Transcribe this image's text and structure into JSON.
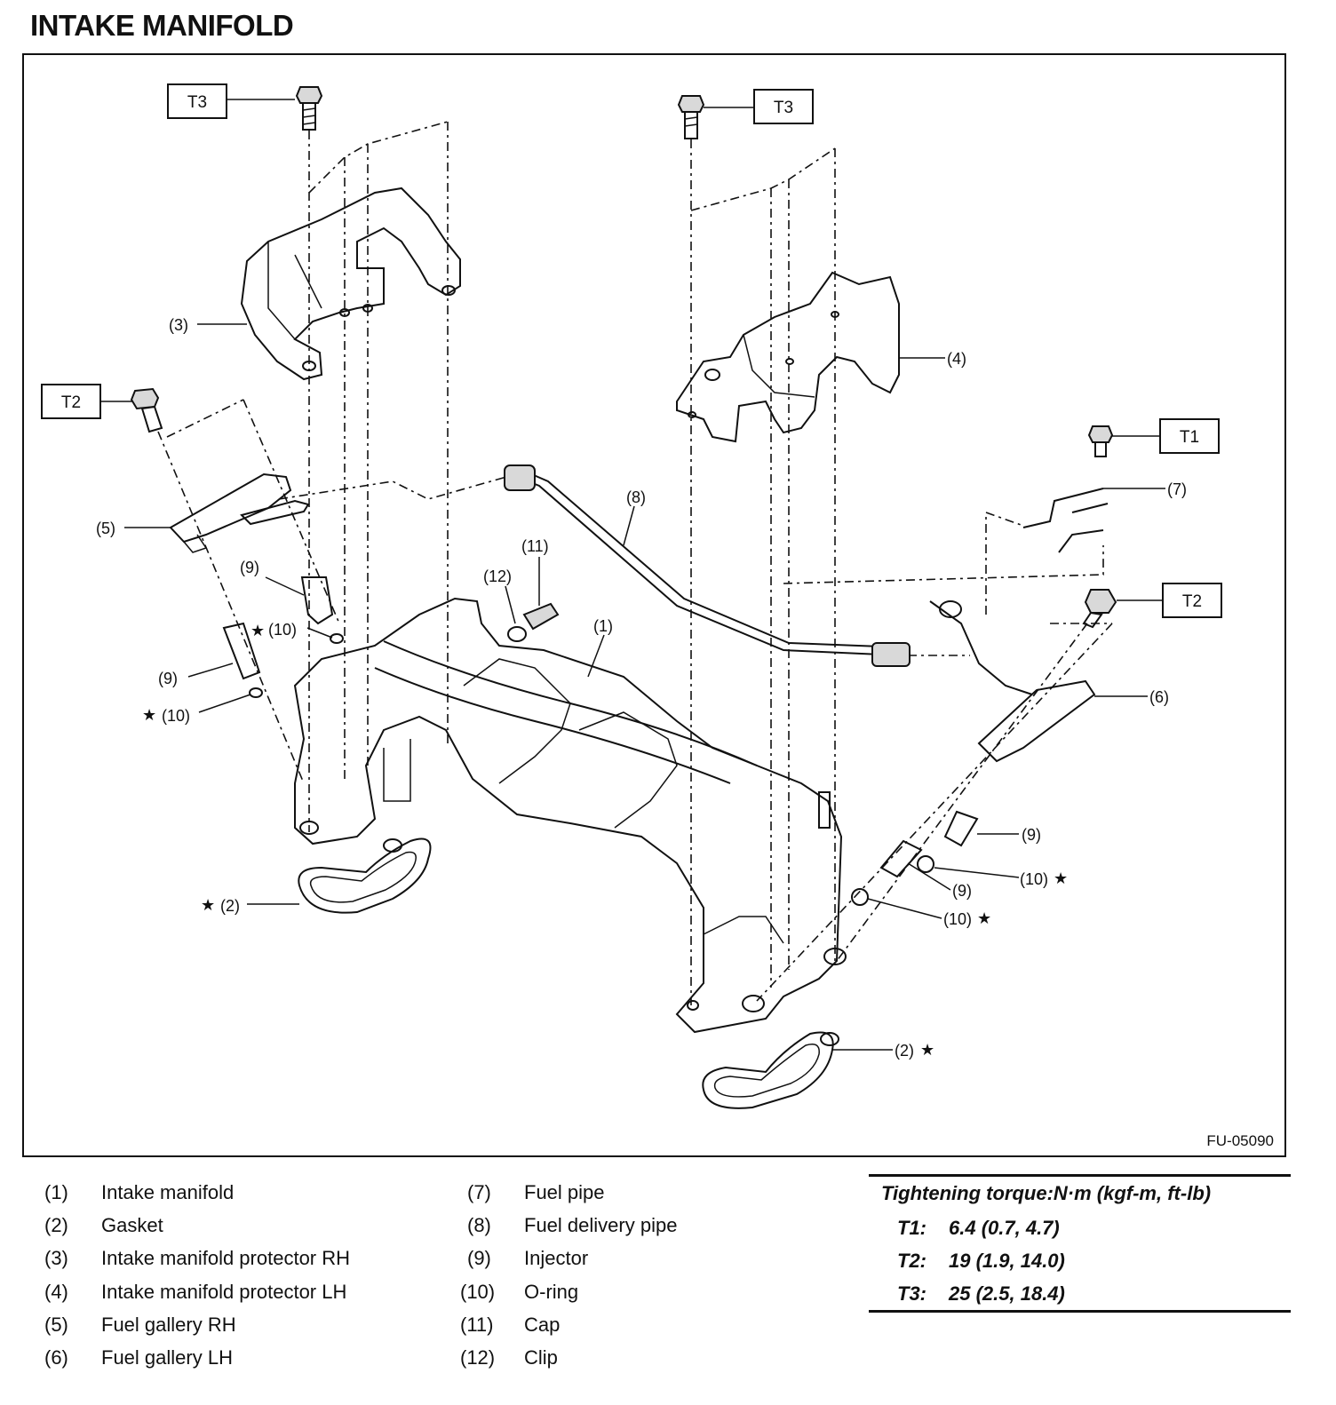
{
  "title": "INTAKE MANIFOLD",
  "figure_code": "FU-05090",
  "callouts": {
    "t3_left": "T3",
    "t3_right": "T3",
    "t2_left": "T2",
    "t2_right": "T2",
    "t1": "T1",
    "c1": "(1)",
    "c2_left": "(2)",
    "c2_right": "(2)",
    "c3": "(3)",
    "c4": "(4)",
    "c5": "(5)",
    "c6": "(6)",
    "c7": "(7)",
    "c8": "(8)",
    "c9_a": "(9)",
    "c9_b": "(9)",
    "c9_c": "(9)",
    "c9_d": "(9)",
    "c10_a": "(10)",
    "c10_b": "(10)",
    "c10_c": "(10)",
    "c10_d": "(10)",
    "c11": "(11)",
    "c12": "(12)",
    "star": "★"
  },
  "legend": [
    {
      "num": "(1)",
      "text": "Intake manifold"
    },
    {
      "num": "(2)",
      "text": "Gasket"
    },
    {
      "num": "(3)",
      "text": "Intake manifold protector RH"
    },
    {
      "num": "(4)",
      "text": "Intake manifold protector LH"
    },
    {
      "num": "(5)",
      "text": "Fuel gallery RH"
    },
    {
      "num": "(6)",
      "text": "Fuel gallery LH"
    },
    {
      "num": "(7)",
      "text": "Fuel pipe"
    },
    {
      "num": "(8)",
      "text": "Fuel delivery pipe"
    },
    {
      "num": "(9)",
      "text": "Injector"
    },
    {
      "num": "(10)",
      "text": "O-ring"
    },
    {
      "num": "(11)",
      "text": "Cap"
    },
    {
      "num": "(12)",
      "text": "Clip"
    }
  ],
  "torque": {
    "title": "Tightening torque:N·m (kgf-m, ft-lb)",
    "rows": [
      {
        "key": "T1:",
        "value": "6.4 (0.7, 4.7)"
      },
      {
        "key": "T2:",
        "value": "19 (1.9, 14.0)"
      },
      {
        "key": "T3:",
        "value": "25 (2.5, 18.4)"
      }
    ]
  }
}
